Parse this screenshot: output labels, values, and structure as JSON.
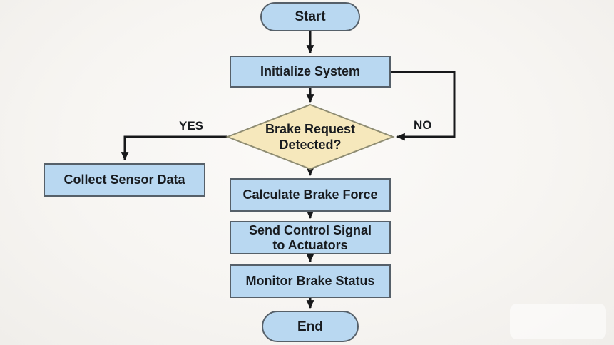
{
  "diagram": {
    "type": "flowchart",
    "nodes": {
      "start": {
        "label": "Start",
        "shape": "terminator"
      },
      "initialize_system": {
        "label": "Initialize System",
        "shape": "process"
      },
      "brake_request_decision": {
        "label_line1": "Brake Request",
        "label_line2": "Detected?",
        "shape": "decision"
      },
      "collect_sensor_data": {
        "label": "Collect Sensor Data",
        "shape": "process"
      },
      "calculate_brake_force": {
        "label": "Calculate Brake Force",
        "shape": "process"
      },
      "send_control_signal": {
        "label_line1": "Send Control Signal",
        "label_line2": "to Actuators",
        "shape": "process"
      },
      "monitor_brake_status": {
        "label": "Monitor Brake Status",
        "shape": "process"
      },
      "end": {
        "label": "End",
        "shape": "terminator"
      }
    },
    "edge_labels": {
      "yes": "YES",
      "no": "NO"
    },
    "flow": [
      "start -> initialize_system",
      "initialize_system -> brake_request_decision",
      "brake_request_decision -> collect_sensor_data (YES)",
      "initialize_system -> brake_request_decision (NO loop, right side)",
      "brake_request_decision -> calculate_brake_force",
      "calculate_brake_force -> send_control_signal",
      "send_control_signal -> monitor_brake_status",
      "monitor_brake_status -> end"
    ],
    "colors": {
      "process_fill": "#b9d8f1",
      "process_border": "#566069",
      "decision_fill": "#f6e8bc",
      "decision_border": "#8e8c72",
      "arrow": "#17181a",
      "text": "#181b1f",
      "background": "#f7f5f2"
    }
  }
}
